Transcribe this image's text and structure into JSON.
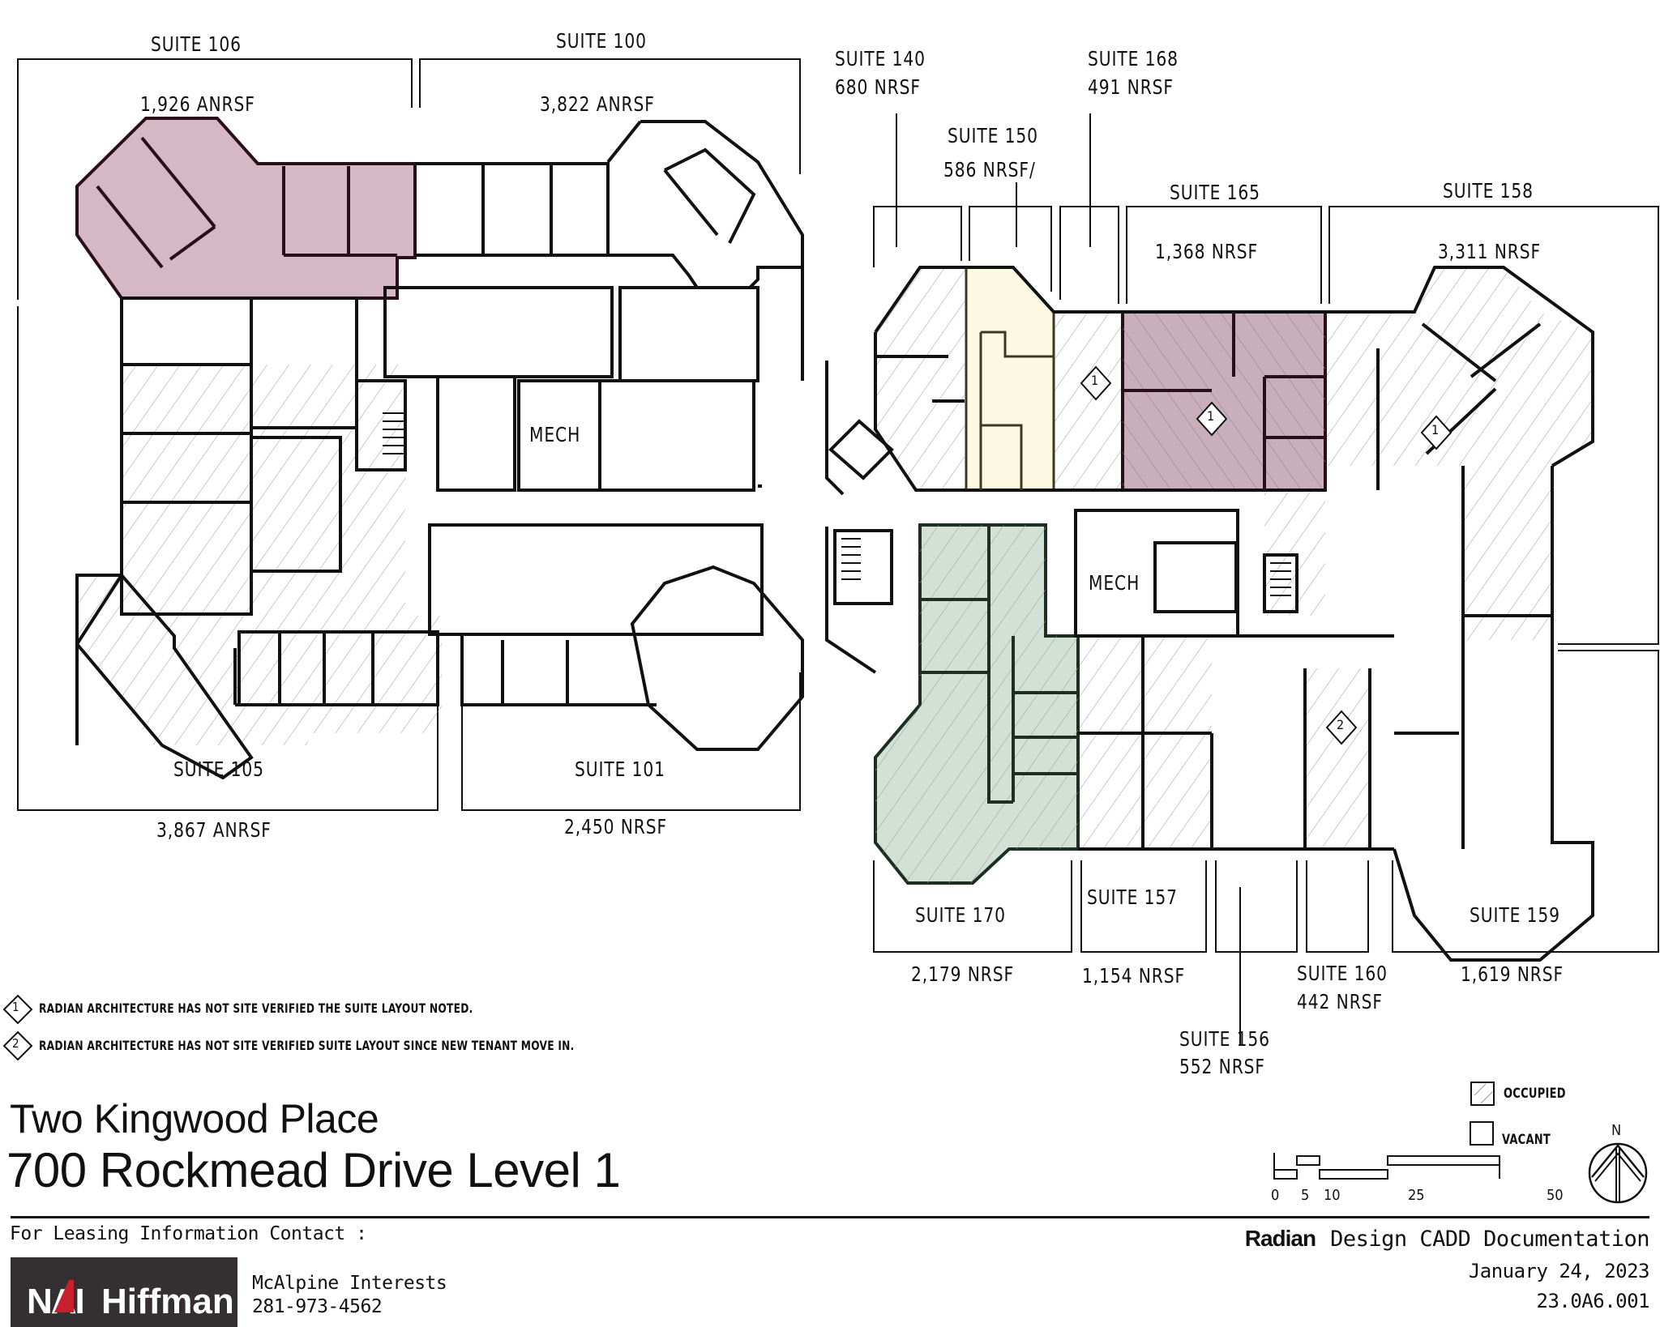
{
  "plan": {
    "building": "Two Kingwood Place",
    "address": "700 Rockmead Drive Level 1",
    "colors": {
      "suite106_fill": "#d6b8c4",
      "suite165_fill": "#c9afbb",
      "suite150_fill": "#fdf8e1",
      "suite170_fill": "#d2e0d5",
      "wall": "#111111",
      "hatch": "#9a9a9a"
    }
  },
  "suites": [
    {
      "id": "106",
      "label": "SUITE 106",
      "area": "1,926 ANRSF",
      "status": "highlighted"
    },
    {
      "id": "100",
      "label": "SUITE 100",
      "area": "3,822 ANRSF",
      "status": "vacant"
    },
    {
      "id": "105",
      "label": "SUITE 105",
      "area": "3,867 ANRSF",
      "status": "occupied"
    },
    {
      "id": "101",
      "label": "SUITE 101",
      "area": "2,450 NRSF",
      "status": "vacant"
    },
    {
      "id": "140",
      "label": "SUITE 140",
      "area": "680 NRSF",
      "status": "occupied"
    },
    {
      "id": "150",
      "label": "SUITE 150",
      "area": "586 NRSF/",
      "status": "highlighted"
    },
    {
      "id": "168",
      "label": "SUITE 168",
      "area": "491 NRSF",
      "status": "occupied"
    },
    {
      "id": "165",
      "label": "SUITE 165",
      "area": "1,368 NRSF",
      "status": "highlighted"
    },
    {
      "id": "158",
      "label": "SUITE 158",
      "area": "3,311 NRSF",
      "status": "occupied"
    },
    {
      "id": "170",
      "label": "SUITE 170",
      "area": "2,179 NRSF",
      "status": "highlighted"
    },
    {
      "id": "157",
      "label": "SUITE 157",
      "area": "1,154 NRSF",
      "status": "occupied"
    },
    {
      "id": "156",
      "label": "SUITE 156",
      "area": "552 NRSF",
      "status": "vacant"
    },
    {
      "id": "160",
      "label": "SUITE 160",
      "area": "442 NRSF",
      "status": "occupied"
    },
    {
      "id": "159",
      "label": "SUITE 159",
      "area": "1,619 NRSF",
      "status": "vacant"
    }
  ],
  "rooms": {
    "mech_left": "MECH",
    "mech_right": "MECH"
  },
  "markers": {
    "one": "1",
    "two": "2"
  },
  "notes": [
    {
      "marker": "1",
      "text": "RADIAN ARCHITECTURE HAS NOT SITE VERIFIED THE SUITE LAYOUT NOTED."
    },
    {
      "marker": "2",
      "text": "RADIAN ARCHITECTURE HAS NOT SITE VERIFIED SUITE LAYOUT SINCE NEW TENANT MOVE IN."
    }
  ],
  "legend": {
    "occupied": "OCCUPIED",
    "vacant": "VACANT"
  },
  "scale_bar": {
    "ticks": [
      "0",
      "5",
      "10",
      "25",
      "50"
    ]
  },
  "north_arrow": "N",
  "leasing": {
    "heading": "For Leasing Information Contact :",
    "logo_nai": "NAI",
    "logo_name": "Hiffman",
    "company": "McAlpine Interests",
    "phone": "281-973-4562"
  },
  "titleblock": {
    "firm_bold": "Radian",
    "firm_rest": "Design CADD Documentation",
    "date": "January 24, 2023",
    "project_no": "23.0A6.001"
  }
}
